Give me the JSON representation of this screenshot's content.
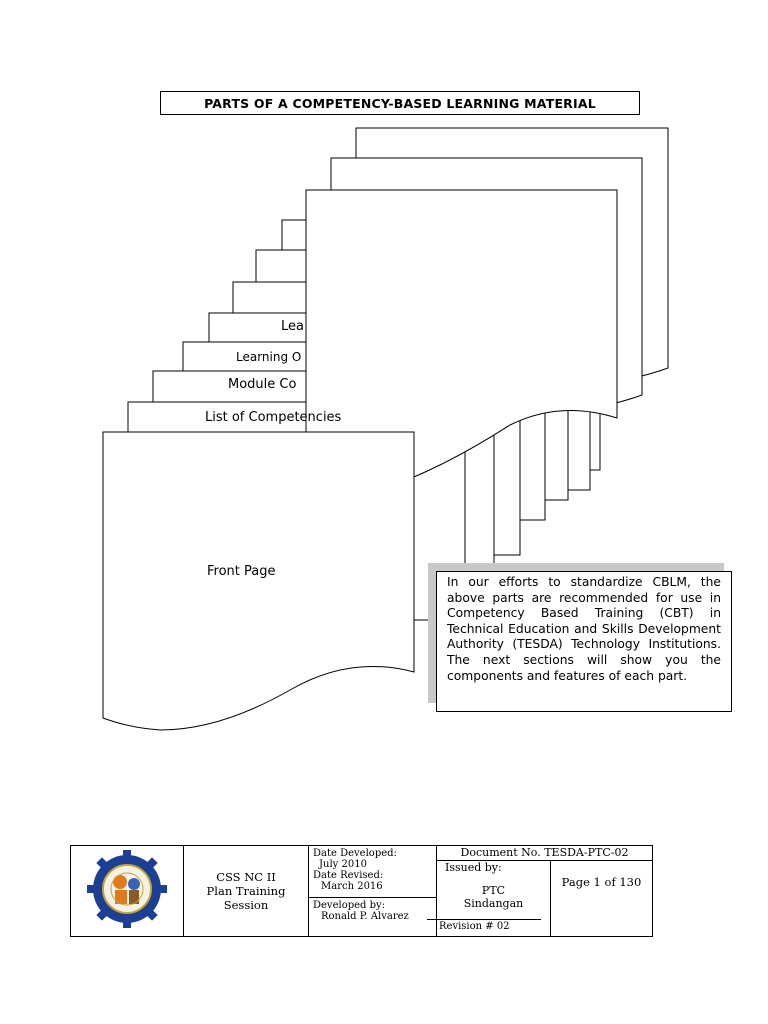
{
  "title": "PARTS OF A COMPETENCY-BASED LEARNING MATERIAL",
  "pages": {
    "learning": "Lea",
    "learning_outcome": "Learning O",
    "module_content": "Module Co",
    "list_of_competencies": "List of Competencies",
    "front_page": "Front Page"
  },
  "note": "In our efforts to standardize CBLM, the above parts are recommended for use in Competency Based Training (CBT) in Technical Education and Skills Development Authority (TESDA) Technology Institutions.  The next sections will show you the components and features of each part.",
  "footer": {
    "qualification": "CSS NC II",
    "session_line1": "Plan Training",
    "session_line2": "Session",
    "date_developed_label": "Date Developed:",
    "date_developed": "July 2010",
    "date_revised_label": "Date Revised:",
    "date_revised": "March  2016",
    "developed_by_label": "Developed by:",
    "developed_by": "Ronald P. Alvarez",
    "document_no": "Document No. TESDA-PTC-02",
    "issued_by_label": "Issued by:",
    "issuer_line1": "PTC",
    "issuer_line2": "Sindangan",
    "revision": "Revision # 02",
    "page": "Page 1 of 130"
  }
}
